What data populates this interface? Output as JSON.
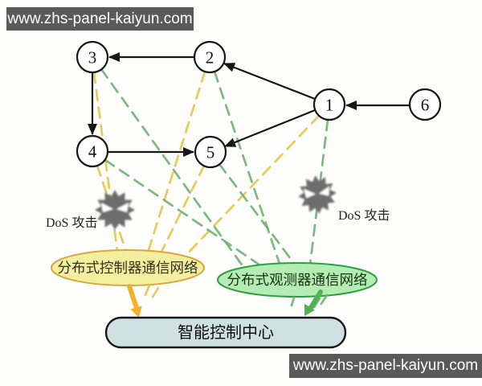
{
  "watermarks": {
    "top": "www.zhs-panel-kaiyun.com",
    "bottom": "www.zhs-panel-kaiyun.com"
  },
  "nodes": {
    "n1": "1",
    "n2": "2",
    "n3": "3",
    "n4": "4",
    "n5": "5",
    "n6": "6"
  },
  "edges": [
    {
      "from": "6",
      "to": "1"
    },
    {
      "from": "1",
      "to": "2"
    },
    {
      "from": "1",
      "to": "5"
    },
    {
      "from": "2",
      "to": "3"
    },
    {
      "from": "3",
      "to": "4"
    },
    {
      "from": "4",
      "to": "5"
    }
  ],
  "attacks": {
    "left_label": "DoS 攻击",
    "right_label": "DoS 攻击"
  },
  "networks": {
    "controller": {
      "label": "分布式控制器通信网络",
      "connected_nodes": [
        "1",
        "2",
        "3",
        "4",
        "5"
      ],
      "fill": "#f2f0a0",
      "border": "#dfa43c",
      "line_color": "#e7c44c",
      "arrow_color": "#f2b02c"
    },
    "observer": {
      "label": "分布式观测器通信网络",
      "connected_nodes": [
        "1",
        "2",
        "3",
        "4",
        "5"
      ],
      "fill": "#b4edb4",
      "border": "#2f9e3f",
      "line_color": "#72b274",
      "arrow_color": "#52b152"
    }
  },
  "control_center": {
    "label": "智能控制中心",
    "fill": "#cfe0e2"
  },
  "colors": {
    "edge_black": "#161616",
    "dos_icon_gray": "#6d6d6d",
    "watermark_bg": "#5a5a5a",
    "watermark_text": "#ffffff",
    "background": "#fdfdfc"
  }
}
